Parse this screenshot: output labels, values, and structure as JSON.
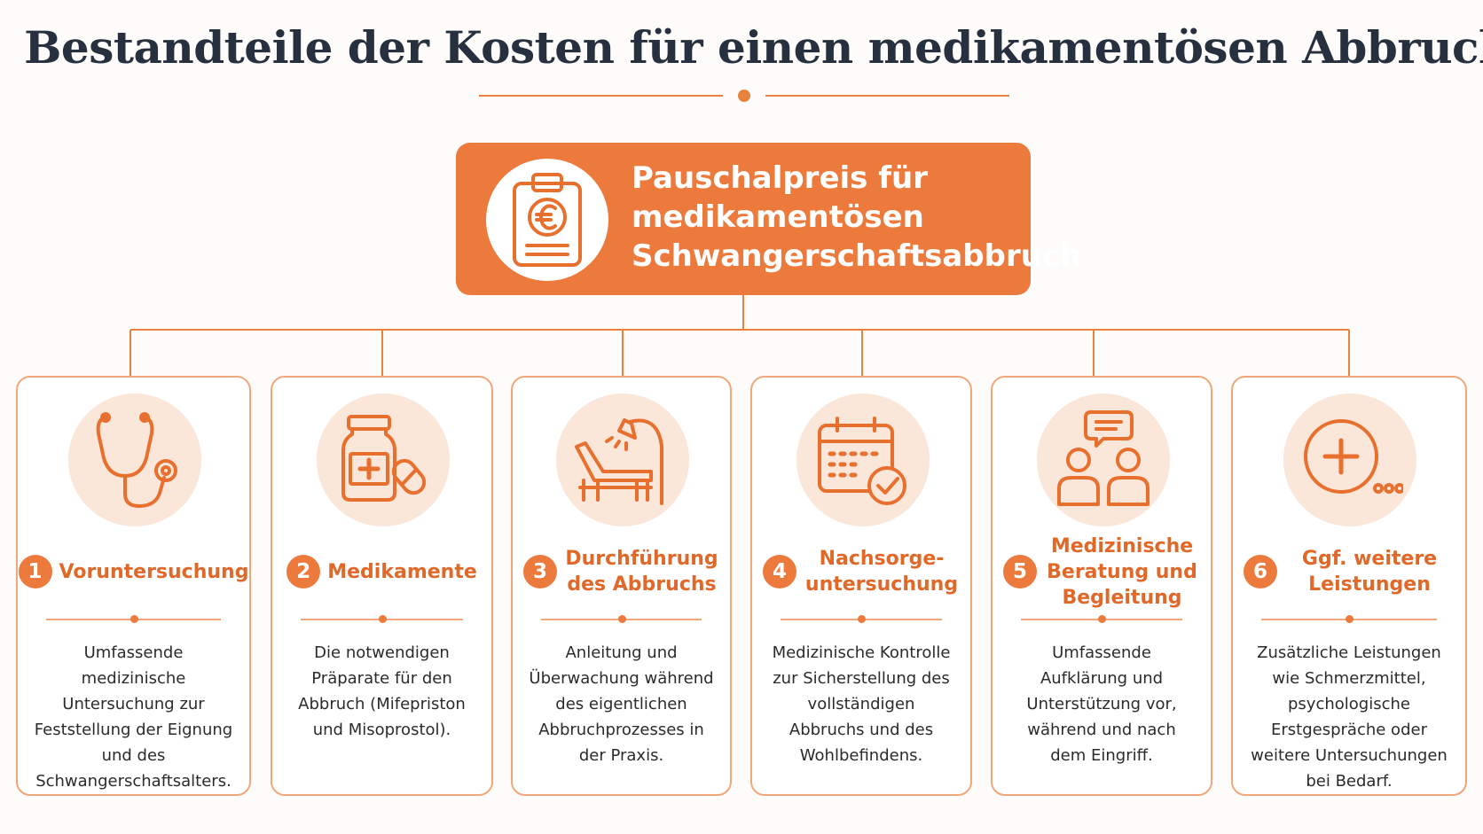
{
  "title": "Bestandteile der Kosten für einen medikamentösen Abbruch",
  "hero": {
    "icon": "clipboard-euro-icon",
    "lines": [
      "Pauschalpreis für",
      "medikamentösen",
      "Schwangerschaftsabbruch"
    ]
  },
  "cards": [
    {
      "number": "1",
      "title": "Voruntersuchung",
      "icon": "stethoscope-icon",
      "description": "Umfassende medizinische Untersuchung zur Feststellung der Eignung und des Schwangerschaftsalters."
    },
    {
      "number": "2",
      "title": "Medikamente",
      "icon": "medicine-bottle-pills-icon",
      "description": "Die notwendigen Präparate für den Abbruch (Mifepriston und Misoprostol)."
    },
    {
      "number": "3",
      "title": "Durchführung des Abbruchs",
      "icon": "treatment-chair-lamp-icon",
      "description": "Anleitung und Überwachung während des eigentlichen Abbruchprozesses in der Praxis."
    },
    {
      "number": "4",
      "title": "Nachsorge-untersuchung",
      "icon": "calendar-check-icon",
      "description": "Medizinische Kontrolle zur Sicherstellung des vollständigen Abbruchs und des Wohlbefindens."
    },
    {
      "number": "5",
      "title": "Medizinische Beratung und Begleitung",
      "icon": "consultation-people-icon",
      "description": "Umfassende Aufklärung und Unterstützung vor, während und nach dem Eingriff."
    },
    {
      "number": "6",
      "title": "Ggf. weitere Leistungen",
      "icon": "plus-more-icon",
      "description": "Zusätzliche Leistungen wie Schmerzmittel, psychologische Erstgespräche oder weitere Untersuchungen bei Bedarf."
    }
  ],
  "colors": {
    "accent": "#ec7a3c",
    "accent_light": "#fbe6da",
    "title": "#27303e"
  }
}
